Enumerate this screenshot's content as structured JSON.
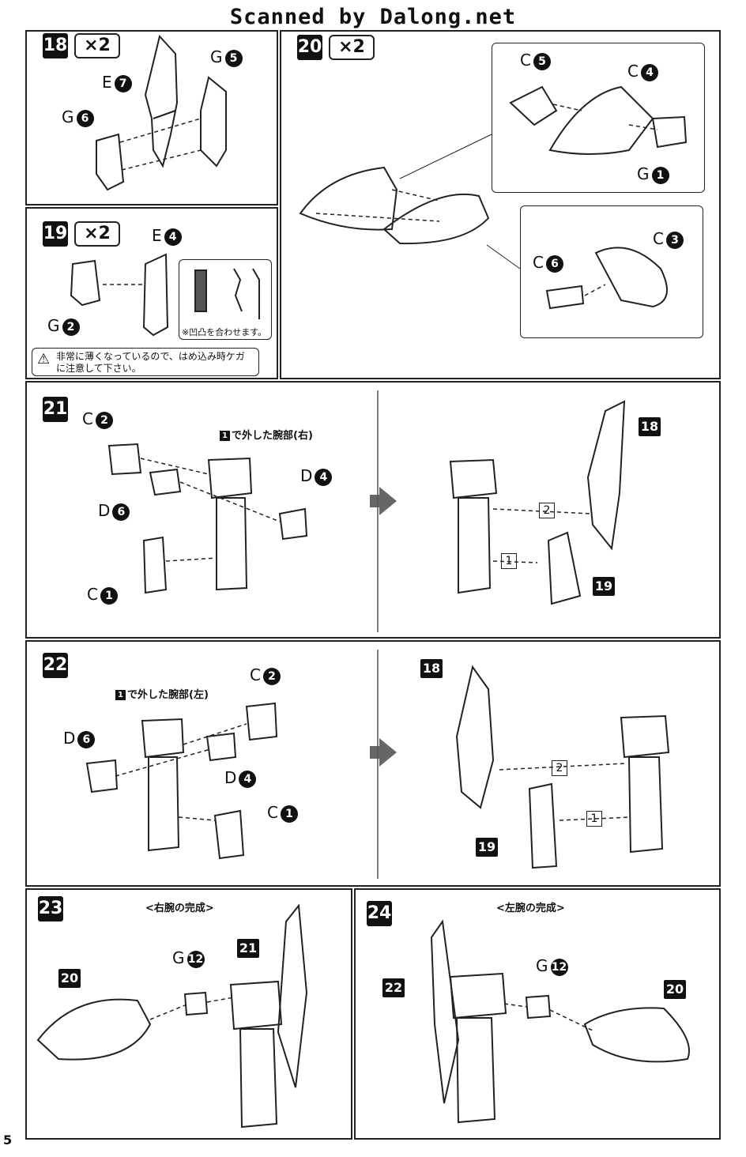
{
  "header": {
    "watermark": "Scanned by Dalong.net"
  },
  "page_number": "5",
  "steps": {
    "s18": {
      "number": "18",
      "multiplier": "×2",
      "parts": [
        "E",
        "G",
        "G"
      ],
      "part_nums": [
        "7",
        "5",
        "6"
      ]
    },
    "s19": {
      "number": "19",
      "multiplier": "×2",
      "parts": [
        "E",
        "G"
      ],
      "part_nums": [
        "4",
        "2"
      ],
      "note": "※凹凸を合わせます。",
      "warning": "非常に薄くなっているので、はめ込み時ケガに注意して下さい。"
    },
    "s20": {
      "number": "20",
      "multiplier": "×2",
      "parts": [
        "C",
        "C",
        "G",
        "C",
        "C"
      ],
      "part_nums": [
        "5",
        "4",
        "1",
        "3",
        "6"
      ]
    },
    "s21": {
      "number": "21",
      "caption_ref": "1",
      "caption": "で外した腕部(右)",
      "parts": [
        "C",
        "D",
        "D",
        "C"
      ],
      "part_nums": [
        "2",
        "4",
        "6",
        "1"
      ],
      "refs": [
        "18",
        "19"
      ],
      "seq": [
        "2",
        "1"
      ]
    },
    "s22": {
      "number": "22",
      "caption_ref": "1",
      "caption": "で外した腕部(左)",
      "parts": [
        "C",
        "D",
        "D",
        "C"
      ],
      "part_nums": [
        "2",
        "6",
        "4",
        "1"
      ],
      "refs": [
        "18",
        "19"
      ],
      "seq": [
        "2",
        "1"
      ]
    },
    "s23": {
      "number": "23",
      "title": "<右腕の完成>",
      "parts": [
        "G"
      ],
      "part_nums": [
        "12"
      ],
      "refs": [
        "20",
        "21"
      ]
    },
    "s24": {
      "number": "24",
      "title": "<左腕の完成>",
      "parts": [
        "G"
      ],
      "part_nums": [
        "12"
      ],
      "refs": [
        "22",
        "20"
      ]
    }
  }
}
